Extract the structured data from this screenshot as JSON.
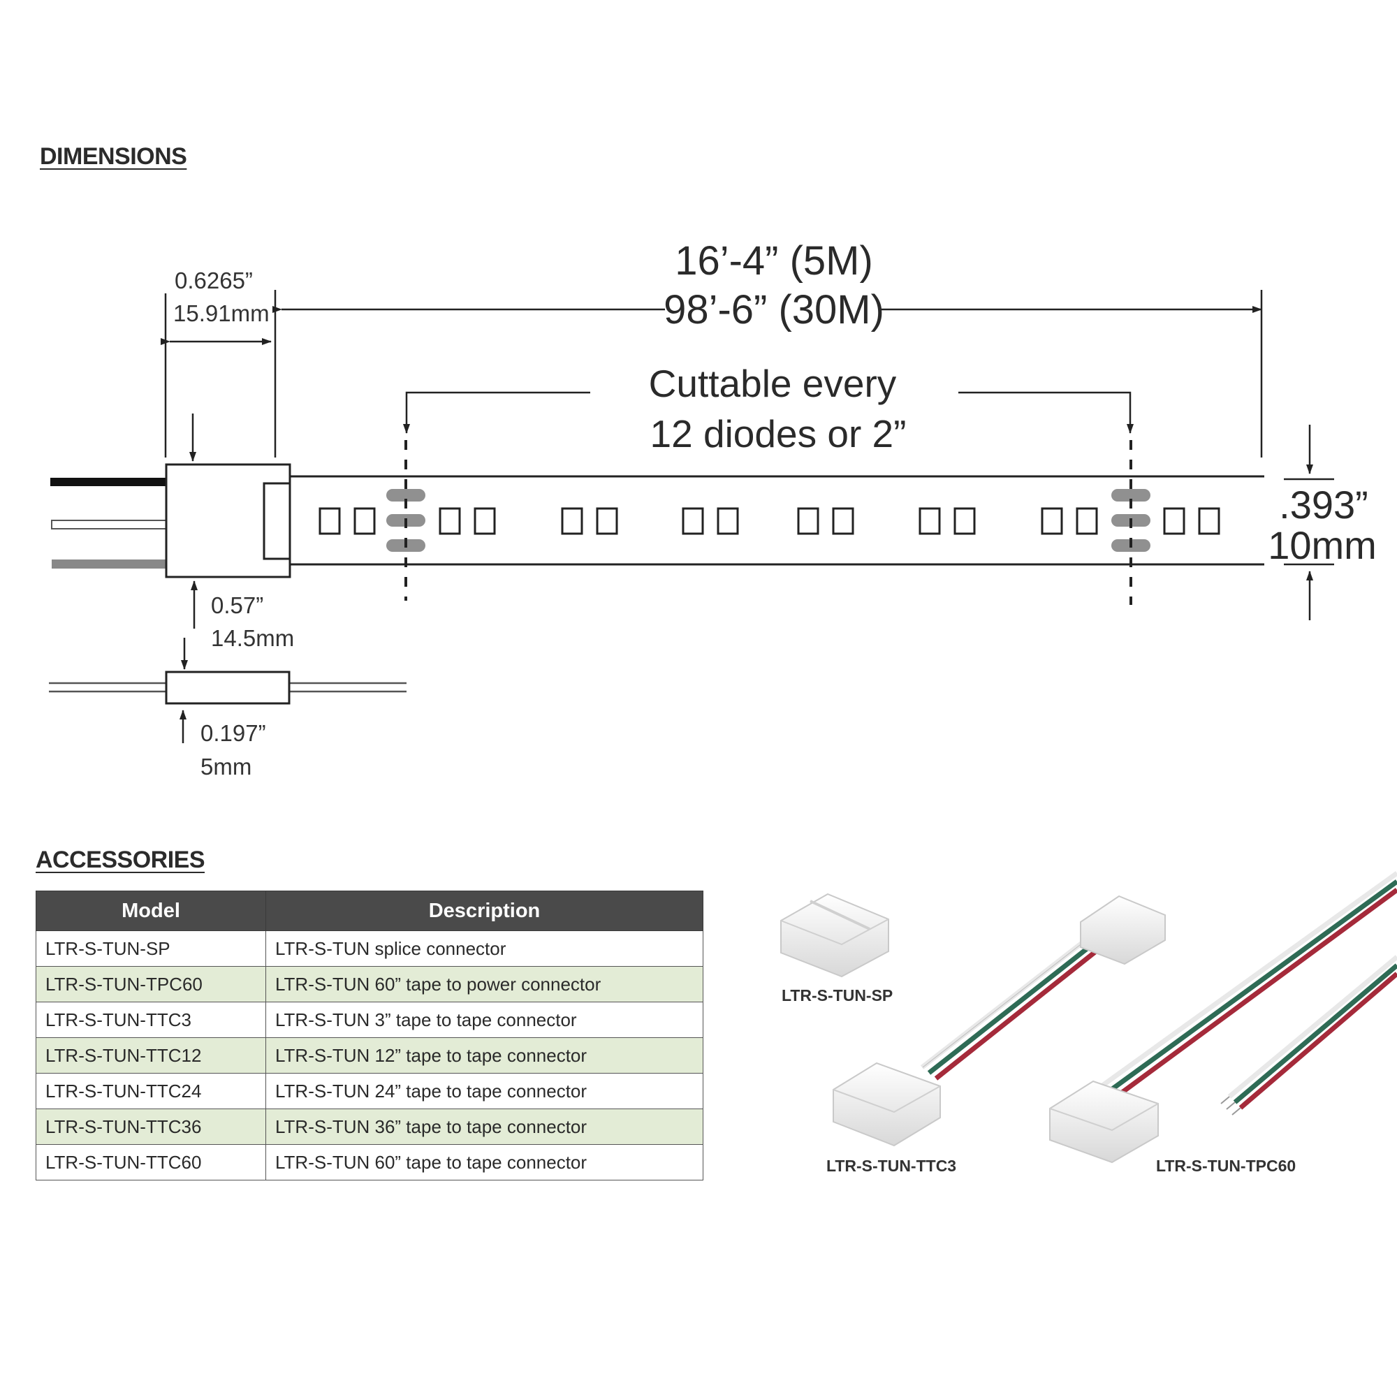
{
  "sections": {
    "dimensions_title": "DIMENSIONS",
    "accessories_title": "ACCESSORIES"
  },
  "dimensions": {
    "connector_width_in": "0.6265”",
    "connector_width_mm": "15.91mm",
    "length_5m": "16’-4” (5M)",
    "length_30m": "98’-6” (30M)",
    "cut_line1": "Cuttable every",
    "cut_line2": "12 diodes or 2”",
    "tape_width_in": ".393”",
    "tape_width_mm": "10mm",
    "connector_height_in": "0.57”",
    "connector_height_mm": "14.5mm",
    "connector_thickness_in": "0.197”",
    "connector_thickness_mm": "5mm"
  },
  "accessories": {
    "columns": [
      "Model",
      "Description"
    ],
    "rows": [
      {
        "model": "LTR-S-TUN-SP",
        "description": "LTR-S-TUN splice connector"
      },
      {
        "model": "LTR-S-TUN-TPC60",
        "description": "LTR-S-TUN 60” tape to power connector"
      },
      {
        "model": "LTR-S-TUN-TTC3",
        "description": "LTR-S-TUN 3” tape to tape connector"
      },
      {
        "model": "LTR-S-TUN-TTC12",
        "description": "LTR-S-TUN 12” tape to tape connector"
      },
      {
        "model": "LTR-S-TUN-TTC24",
        "description": "LTR-S-TUN 24” tape to tape connector"
      },
      {
        "model": "LTR-S-TUN-TTC36",
        "description": "LTR-S-TUN 36” tape to tape connector"
      },
      {
        "model": "LTR-S-TUN-TTC60",
        "description": "LTR-S-TUN 60” tape to tape connector"
      }
    ]
  },
  "product_photos": {
    "splice_caption": "LTR-S-TUN-SP",
    "ttc3_caption": "LTR-S-TUN-TTC3",
    "tpc60_caption": "LTR-S-TUN-TPC60",
    "wire_colors": {
      "red": "#a52a3a",
      "green": "#2e6b55",
      "white": "#e8e8e8"
    }
  }
}
